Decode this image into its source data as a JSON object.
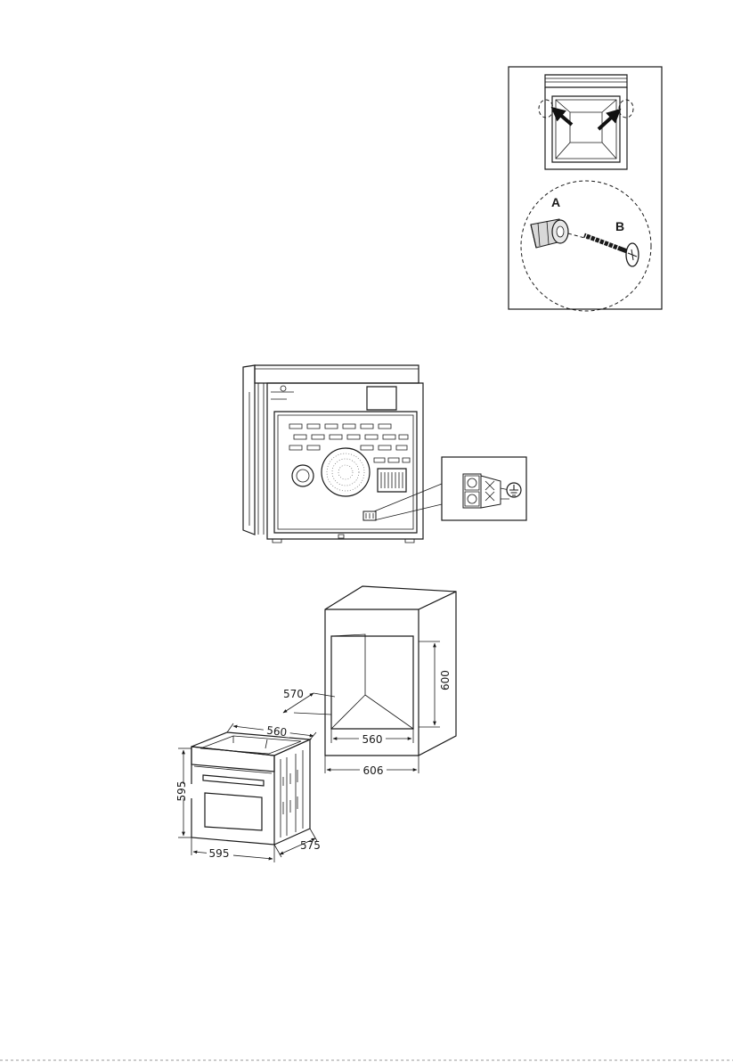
{
  "fixing_detail": {
    "part_a_label": "A",
    "part_b_label": "B"
  },
  "dimensions": {
    "cabinet": {
      "height": "600",
      "depth": "570",
      "inner_width": "560",
      "outer_width": "606"
    },
    "oven": {
      "top_width": "560",
      "height": "595",
      "front_width": "595",
      "depth": "575"
    }
  },
  "icons": {
    "ground": "ground-symbol-icon"
  }
}
